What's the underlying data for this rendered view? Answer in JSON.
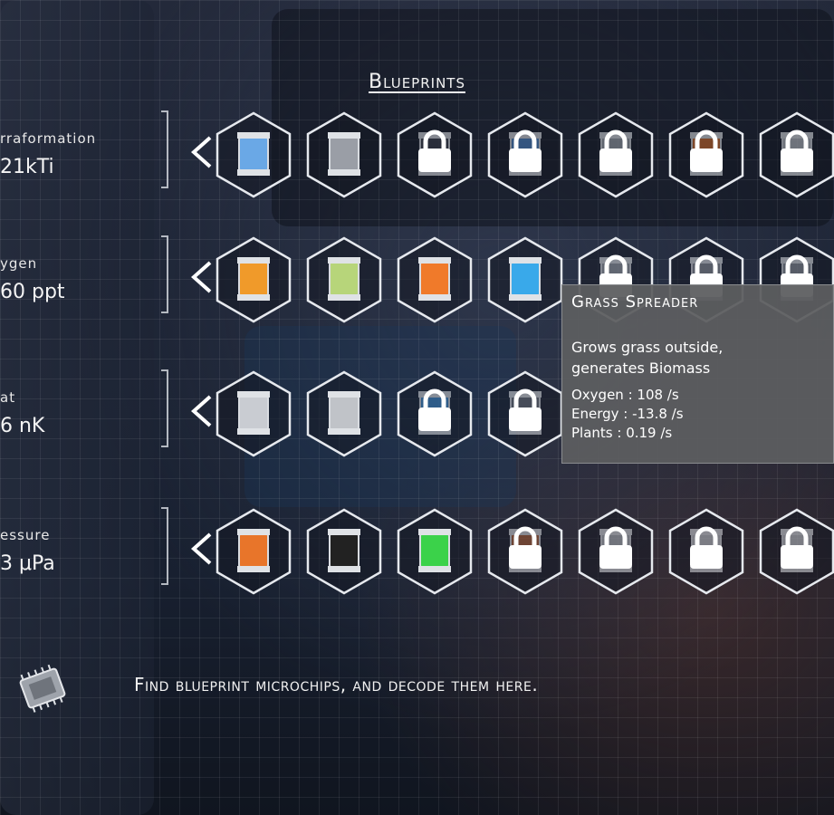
{
  "screen": {
    "title": "Blueprints"
  },
  "categories": [
    {
      "label": "rraformation",
      "value": "21kTi",
      "items": [
        {
          "name": "solar-panel",
          "locked": false,
          "color": "#6aa8e6"
        },
        {
          "name": "drill-platform",
          "locked": false,
          "color": "#9a9ea6"
        },
        {
          "name": "microchip",
          "locked": true,
          "color": "#3a3f4a"
        },
        {
          "name": "dish-platform",
          "locked": true,
          "color": "#4c86c8"
        },
        {
          "name": "machine",
          "locked": true,
          "color": "#9ca2aa"
        },
        {
          "name": "heater",
          "locked": true,
          "color": "#d06a2a"
        },
        {
          "name": "antenna",
          "locked": true,
          "color": "#b8bcc2"
        }
      ]
    },
    {
      "label": "ygen",
      "value": "60 ppt",
      "items": [
        {
          "name": "orange-tank",
          "locked": false,
          "color": "#f09a2a"
        },
        {
          "name": "green-pod",
          "locked": false,
          "color": "#b7d57a"
        },
        {
          "name": "orange-reactor",
          "locked": false,
          "color": "#f07a2a"
        },
        {
          "name": "blue-tank",
          "locked": false,
          "color": "#39a9ea"
        },
        {
          "name": "grass-spreader",
          "locked": true,
          "color": "#9aa0a8"
        },
        {
          "name": "device",
          "locked": true,
          "color": "#8a8f98"
        },
        {
          "name": "device",
          "locked": true,
          "color": "#8a8f98"
        }
      ]
    },
    {
      "label": "at",
      "value": "6 nK",
      "items": [
        {
          "name": "robotic-claw",
          "locked": false,
          "color": "#c9ccd2"
        },
        {
          "name": "drill-tripod",
          "locked": false,
          "color": "#c0c3c8"
        },
        {
          "name": "heat-dome",
          "locked": true,
          "color": "#3f8bd0"
        },
        {
          "name": "screen-device",
          "locked": true,
          "color": "#6a707a"
        }
      ]
    },
    {
      "label": "essure",
      "value": "3 μPa",
      "items": [
        {
          "name": "vent",
          "locked": false,
          "color": "#e8752a"
        },
        {
          "name": "panel",
          "locked": false,
          "color": "#222222"
        },
        {
          "name": "green-reactor",
          "locked": false,
          "color": "#3bd24a"
        },
        {
          "name": "pump",
          "locked": true,
          "color": "#b0623a"
        },
        {
          "name": "silo",
          "locked": true,
          "color": "#b4b8be"
        },
        {
          "name": "tank",
          "locked": true,
          "color": "#c6c9ce"
        },
        {
          "name": "cylinder",
          "locked": true,
          "color": "#c6c9ce"
        }
      ]
    }
  ],
  "tooltip": {
    "title": "Grass Spreader",
    "description_line1": "Grows grass outside,",
    "description_line2": "generates Biomass",
    "oxygen": "Oxygen : 108 /s",
    "energy": "Energy : -13.8 /s",
    "plants": "Plants : 0.19 /s"
  },
  "footer": {
    "text": "Find blueprint microchips, and decode them here."
  }
}
